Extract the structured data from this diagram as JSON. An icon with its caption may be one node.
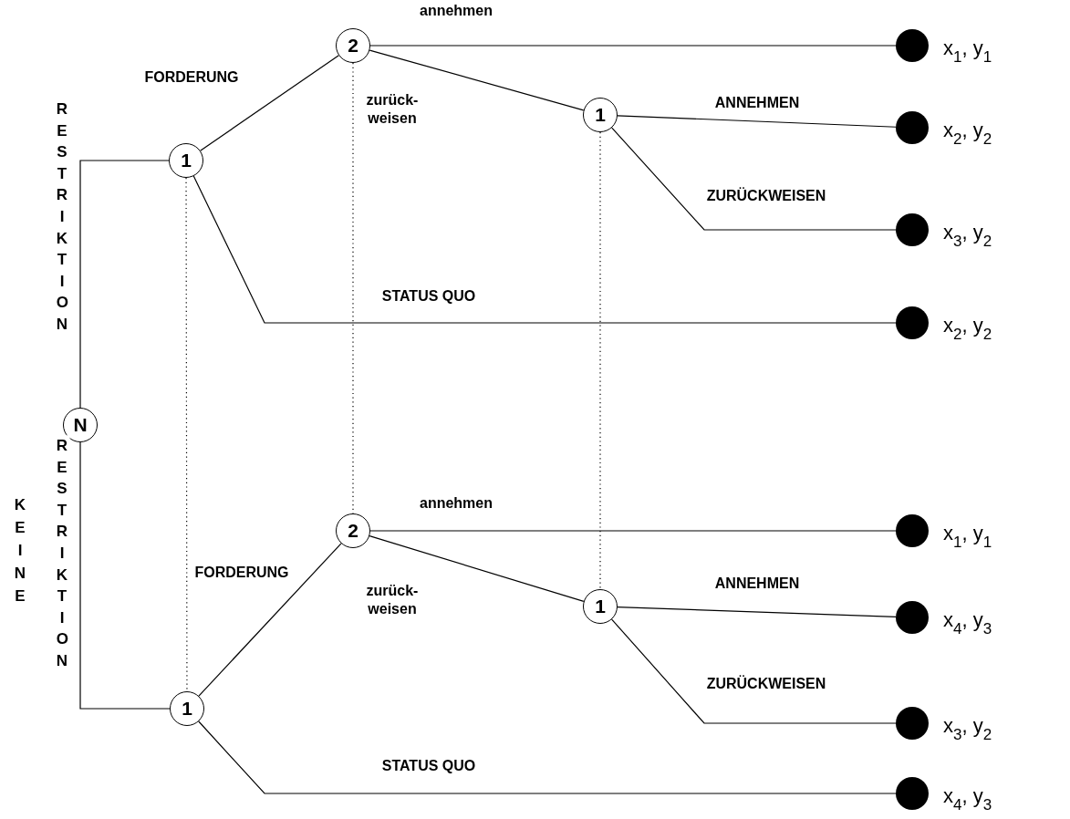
{
  "diagram": {
    "nodes": [
      {
        "text": [
          "N"
        ]
      },
      {
        "text": [
          "1"
        ]
      },
      {
        "text": [
          "2"
        ]
      },
      {
        "text": [
          "1"
        ]
      },
      {
        "text": [],
        "shape": "circle",
        "beside": [
          "x$_{1}$, y$_{1}$"
        ]
      },
      {
        "text": [],
        "shape": "circle",
        "beside": [
          "x$_{2}$, y$_{2}$"
        ]
      },
      {
        "text": [],
        "shape": "circle",
        "beside": [
          "x$_{3}$, y$_{2}$"
        ]
      },
      {
        "text": [],
        "shape": "circle",
        "beside": [
          "x$_{2}$, y$_{2}$"
        ]
      },
      {
        "text": [
          "1"
        ]
      },
      {
        "text": [
          "2"
        ]
      },
      {
        "text": [
          "1"
        ]
      },
      {
        "text": [],
        "shape": "circle",
        "beside": [
          "x$_{1}$, y$_{1}$"
        ]
      },
      {
        "text": [],
        "shape": "circle",
        "beside": [
          "x$_{4}$, y$_{3}$"
        ]
      },
      {
        "text": [],
        "shape": "circle",
        "beside": [
          "x$_{3}$, y$_{2}$"
        ]
      },
      {
        "text": [],
        "shape": "circle",
        "beside": [
          "x$_{4}$, y$_{3}$"
        ]
      }
    ],
    "edges": [
      {
        "from": 0,
        "to": 1,
        "arrow": "none",
        "label": "RESTRIKTION"
      },
      {
        "from": 0,
        "to": 8,
        "arrow": "none",
        "label": "RESTRIKTION"
      },
      {
        "from": 1,
        "to": 2,
        "arrow": "none",
        "label": "FORDERUNG"
      },
      {
        "from": 1,
        "to": 7,
        "arrow": "none",
        "label": "STATUS QUO"
      },
      {
        "from": 2,
        "to": 4,
        "arrow": "none",
        "label": "annehmen"
      },
      {
        "from": 2,
        "to": 3,
        "arrow": "none",
        "label": "zurück- weisen"
      },
      {
        "from": 3,
        "to": 5,
        "arrow": "none",
        "label": "ANNEHMEN"
      },
      {
        "from": 3,
        "to": 6,
        "arrow": "none",
        "label": "ZURÜCKWEISEN"
      },
      {
        "from": 8,
        "to": 9,
        "arrow": "none",
        "label": "FORDERUNG"
      },
      {
        "from": 8,
        "to": 14,
        "arrow": "none",
        "label": "STATUS QUO"
      },
      {
        "from": 9,
        "to": 11,
        "arrow": "none",
        "label": "annehmen"
      },
      {
        "from": 9,
        "to": 10,
        "arrow": "none",
        "label": "zurück- weisen"
      },
      {
        "from": 10,
        "to": 12,
        "arrow": "none",
        "label": "ANNEHMEN"
      },
      {
        "from": 10,
        "to": 13,
        "arrow": "none",
        "label": "ZURÜCKWEISEN"
      },
      {
        "from": 1,
        "to": 8,
        "arrow": "none",
        "style": "dashed"
      },
      {
        "from": 2,
        "to": 9,
        "arrow": "none",
        "style": "dashed"
      },
      {
        "from": 3,
        "to": 10,
        "arrow": "none",
        "style": "dashed"
      }
    ],
    "labels": [
      "KEINE"
    ]
  }
}
